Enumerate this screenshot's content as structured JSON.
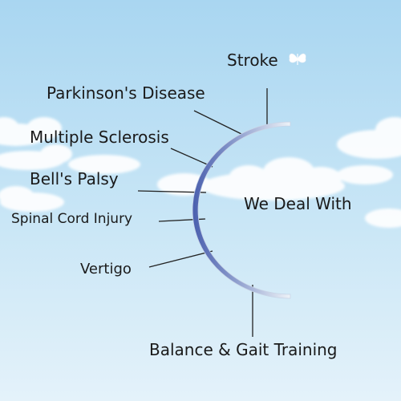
{
  "center_label": "We Deal With",
  "conditions": [
    "Stroke",
    "Parkinson's Disease",
    "Multiple Sclerosis",
    "Bell's Palsy",
    "Spinal Cord Injury",
    "Vertigo",
    "Balance & Gait Training"
  ],
  "colors": {
    "sky_top": "#a9d6f1",
    "sky_bottom": "#dff0f9",
    "cloud": "#ffffff",
    "arc_light": "#eef3f8",
    "arc_dark": "#4a5fae",
    "connector": "#222222",
    "text": "#1a1a1a"
  },
  "icons": [
    "butterfly-icon"
  ]
}
